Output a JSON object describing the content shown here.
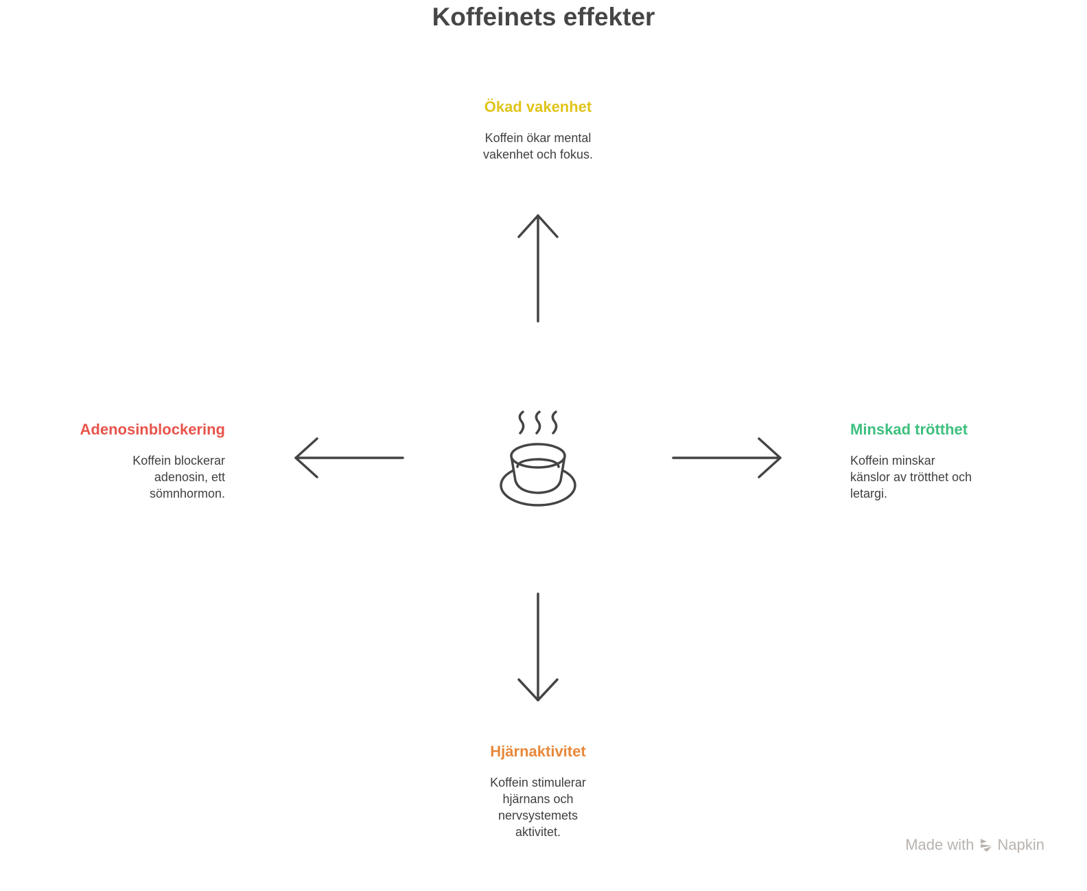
{
  "title": "Koffeinets effekter",
  "center_icon": "coffee-cup-icon",
  "nodes": {
    "top": {
      "heading": "Ökad vakenhet",
      "color": "#e0c41a",
      "description": [
        "Koffein ökar mental",
        "vakenhet och fokus."
      ]
    },
    "left": {
      "heading": "Adenosinblockering",
      "color": "#e8534a",
      "description": [
        "Koffein blockerar",
        "adenosin, ett",
        "sömnhormon."
      ]
    },
    "right": {
      "heading": "Minskad trötthet",
      "color": "#3dbf7e",
      "description": [
        "Koffein minskar",
        "känslor av trötthet och",
        "letargi."
      ]
    },
    "bottom": {
      "heading": "Hjärnaktivitet",
      "color": "#e8883a",
      "description": [
        "Koffein stimulerar",
        "hjärnans och",
        "nervsystemets",
        "aktivitet."
      ]
    }
  },
  "watermark": {
    "prefix": "Made with",
    "brand": "Napkin",
    "icon": "napkin-logo-icon"
  }
}
